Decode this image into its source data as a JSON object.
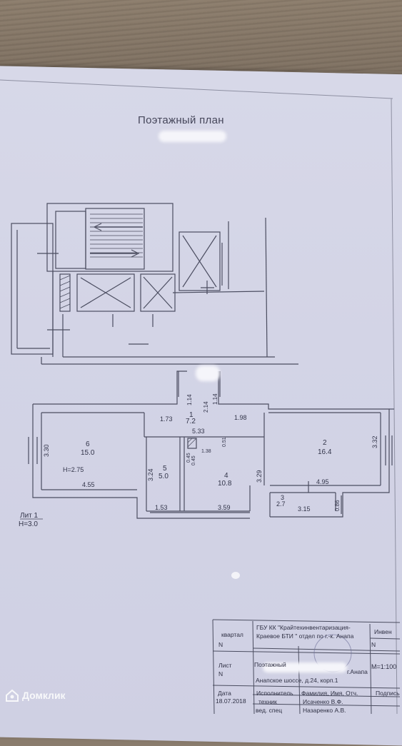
{
  "document": {
    "title": "Поэтажный план",
    "litera": "Лит 1",
    "height_total": "Н=3.0"
  },
  "rooms": [
    {
      "num": "6",
      "area": "15.0",
      "extra": "Н=2.75"
    },
    {
      "num": "5",
      "area": "5.0"
    },
    {
      "num": "4",
      "area": "10.8"
    },
    {
      "num": "2",
      "area": "16.4"
    },
    {
      "num": "3",
      "area": "2.7"
    },
    {
      "num": "1",
      "area": "7.2"
    }
  ],
  "dimensions": {
    "d_173": "1.73",
    "d_198": "1.98",
    "d_533": "5.33",
    "d_330": "3.30",
    "d_332": "3.32",
    "d_455": "4.55",
    "d_495": "4.95",
    "d_324": "3.24",
    "d_329": "3.29",
    "d_153": "1.53",
    "d_359": "3.59",
    "d_315": "3.15",
    "d_086": "0.86",
    "d_138": "1.38",
    "d_051": "0.51",
    "d_045a": "0.45",
    "d_045b": "0.45",
    "d_114a": "1.14",
    "d_114b": "1.14",
    "d_214": "2.14"
  },
  "stamp": {
    "kvartal_label": "квартал",
    "kvartal_n": "N",
    "org_line1": "ГБУ КК \"Крайтехинвентаризация-",
    "org_line2": "Краевое БТИ \" отдел по г.-к. Анапа",
    "inv_label": "Инвен",
    "inv_n": "N",
    "list_label": "Лист",
    "list_n": "N",
    "plan_prefix": "Поэтажный",
    "addr_suffix": "г.Анапа",
    "address": "Анапское шоссе, д.24, корп.1",
    "scale": "М=1:100",
    "date_label": "Дата",
    "date_value": "18.07.2018",
    "role1": "Исполнитель",
    "role2": "техник",
    "role3": "вед. спец",
    "fio_label": "Фамилия, Имя, Отч.",
    "fio1": "Исаченко В.Ф.",
    "fio2": "Назаренко А.В.",
    "sign_label": "Подпись"
  },
  "watermark": {
    "brand": "Домклик"
  },
  "colors": {
    "paper": "#d3d4e6",
    "ink": "#45465a",
    "wood": "#8a7c6d"
  }
}
